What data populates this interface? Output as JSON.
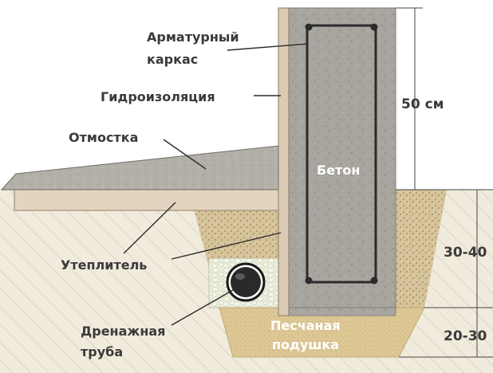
{
  "labels": {
    "reinforcement_line1": "Арматурный",
    "reinforcement_line2": "каркас",
    "waterproofing": "Гидроизоляция",
    "blind_area": "Отмостка",
    "concrete": "Бетон",
    "insulation": "Утеплитель",
    "drain_line1": "Дренажная",
    "drain_line2": "труба",
    "sand_line1": "Песчаная",
    "sand_line2": "подушка"
  },
  "dimensions": {
    "above_ground": "50 см",
    "trench_depth": "30-40",
    "sand_depth": "20-30"
  },
  "colors": {
    "concrete": "#a8a59f",
    "concrete_dark": "#8e8b85",
    "gravel": "#d8c8a0",
    "sand": "#d8c490",
    "soil": "#ece5d3",
    "waterproofing": "#d9c8b2",
    "insulation_board": "#e2d2bd",
    "rebar": "#2b2b2b",
    "drain_gravel": "#eef0e2",
    "label_text": "#3a3a3a"
  }
}
